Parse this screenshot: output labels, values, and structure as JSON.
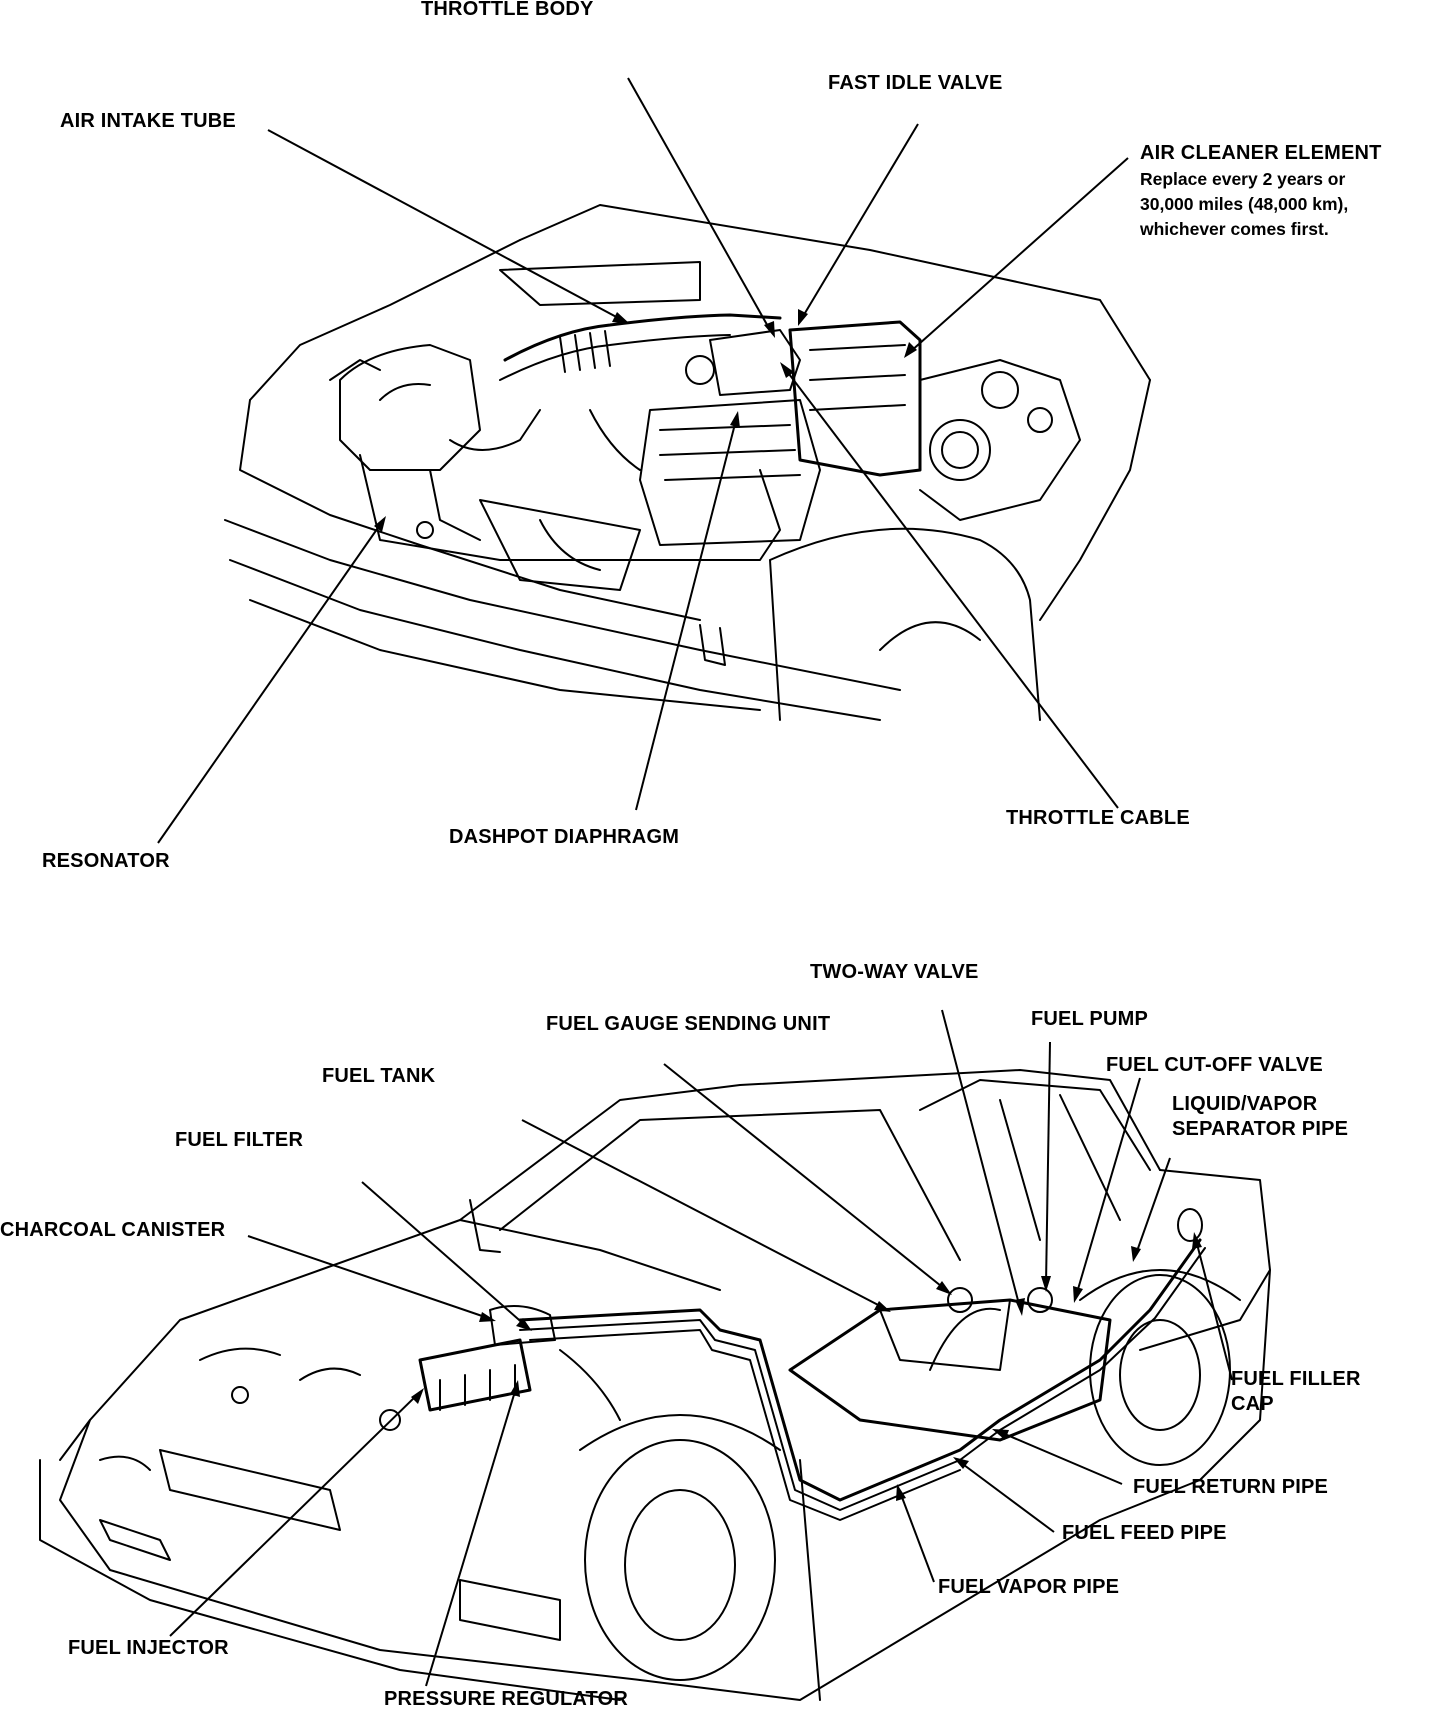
{
  "engine_diagram": {
    "labels": {
      "throttle_body": "THROTTLE BODY",
      "fast_idle_valve": "FAST IDLE VALVE",
      "air_intake_tube": "AIR INTAKE TUBE",
      "air_cleaner_element": "AIR CLEANER ELEMENT",
      "air_cleaner_note_1": "Replace every 2 years or",
      "air_cleaner_note_2": "30,000 miles (48,000 km),",
      "air_cleaner_note_3": "whichever comes first.",
      "resonator": "RESONATOR",
      "dashpot_diaphragm": "DASHPOT DIAPHRAGM",
      "throttle_cable": "THROTTLE CABLE"
    }
  },
  "fuel_system_diagram": {
    "labels": {
      "two_way_valve": "TWO-WAY VALVE",
      "fuel_gauge_sending_unit": "FUEL GAUGE SENDING UNIT",
      "fuel_pump": "FUEL PUMP",
      "fuel_cut_off_valve": "FUEL CUT-OFF VALVE",
      "fuel_tank": "FUEL TANK",
      "liquid_vapor_line_1": "LIQUID/VAPOR",
      "liquid_vapor_line_2": "SEPARATOR PIPE",
      "fuel_filter": "FUEL FILTER",
      "charcoal_canister": "CHARCOAL CANISTER",
      "fuel_filler_cap_line_1": "FUEL FILLER",
      "fuel_filler_cap_line_2": "CAP",
      "fuel_return_pipe": "FUEL RETURN PIPE",
      "fuel_feed_pipe": "FUEL FEED PIPE",
      "fuel_vapor_pipe": "FUEL VAPOR PIPE",
      "fuel_injector": "FUEL INJECTOR",
      "pressure_regulator": "PRESSURE REGULATOR"
    }
  }
}
